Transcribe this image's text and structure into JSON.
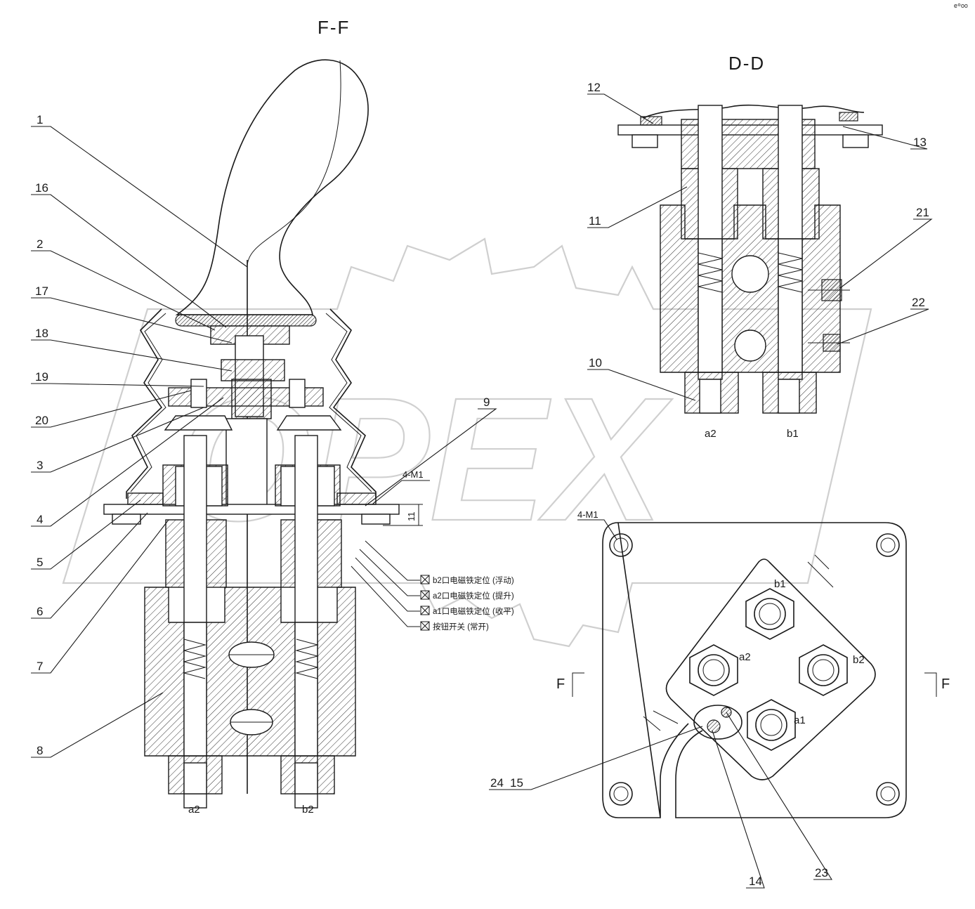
{
  "views": {
    "section_ff": "F-F",
    "section_dd": "D-D"
  },
  "watermark": "OPEX",
  "callouts": [
    "1",
    "2",
    "3",
    "4",
    "5",
    "6",
    "7",
    "8",
    "9",
    "10",
    "11",
    "12",
    "13",
    "14",
    "15",
    "16",
    "17",
    "18",
    "19",
    "20",
    "21",
    "22",
    "23",
    "24"
  ],
  "ports": {
    "ff_left": "a2",
    "ff_right": "b2",
    "dd_left": "a2",
    "dd_right": "b1",
    "plan_top": "b1",
    "plan_left": "a2",
    "plan_right": "b2",
    "plan_bottom": "a1"
  },
  "mount_label_ff": "4-M1",
  "mount_label_plan": "4-M1",
  "dimension": "11",
  "section_marks": {
    "left": "F",
    "right": "F"
  },
  "legend": [
    "b2口电磁铁定位 (浮动)",
    "a2口电磁铁定位 (提升)",
    "a1口电磁铁定位 (收平)",
    "按钮开关 (常开)"
  ],
  "corner_text": "ᵉ°ᵒᵒ"
}
